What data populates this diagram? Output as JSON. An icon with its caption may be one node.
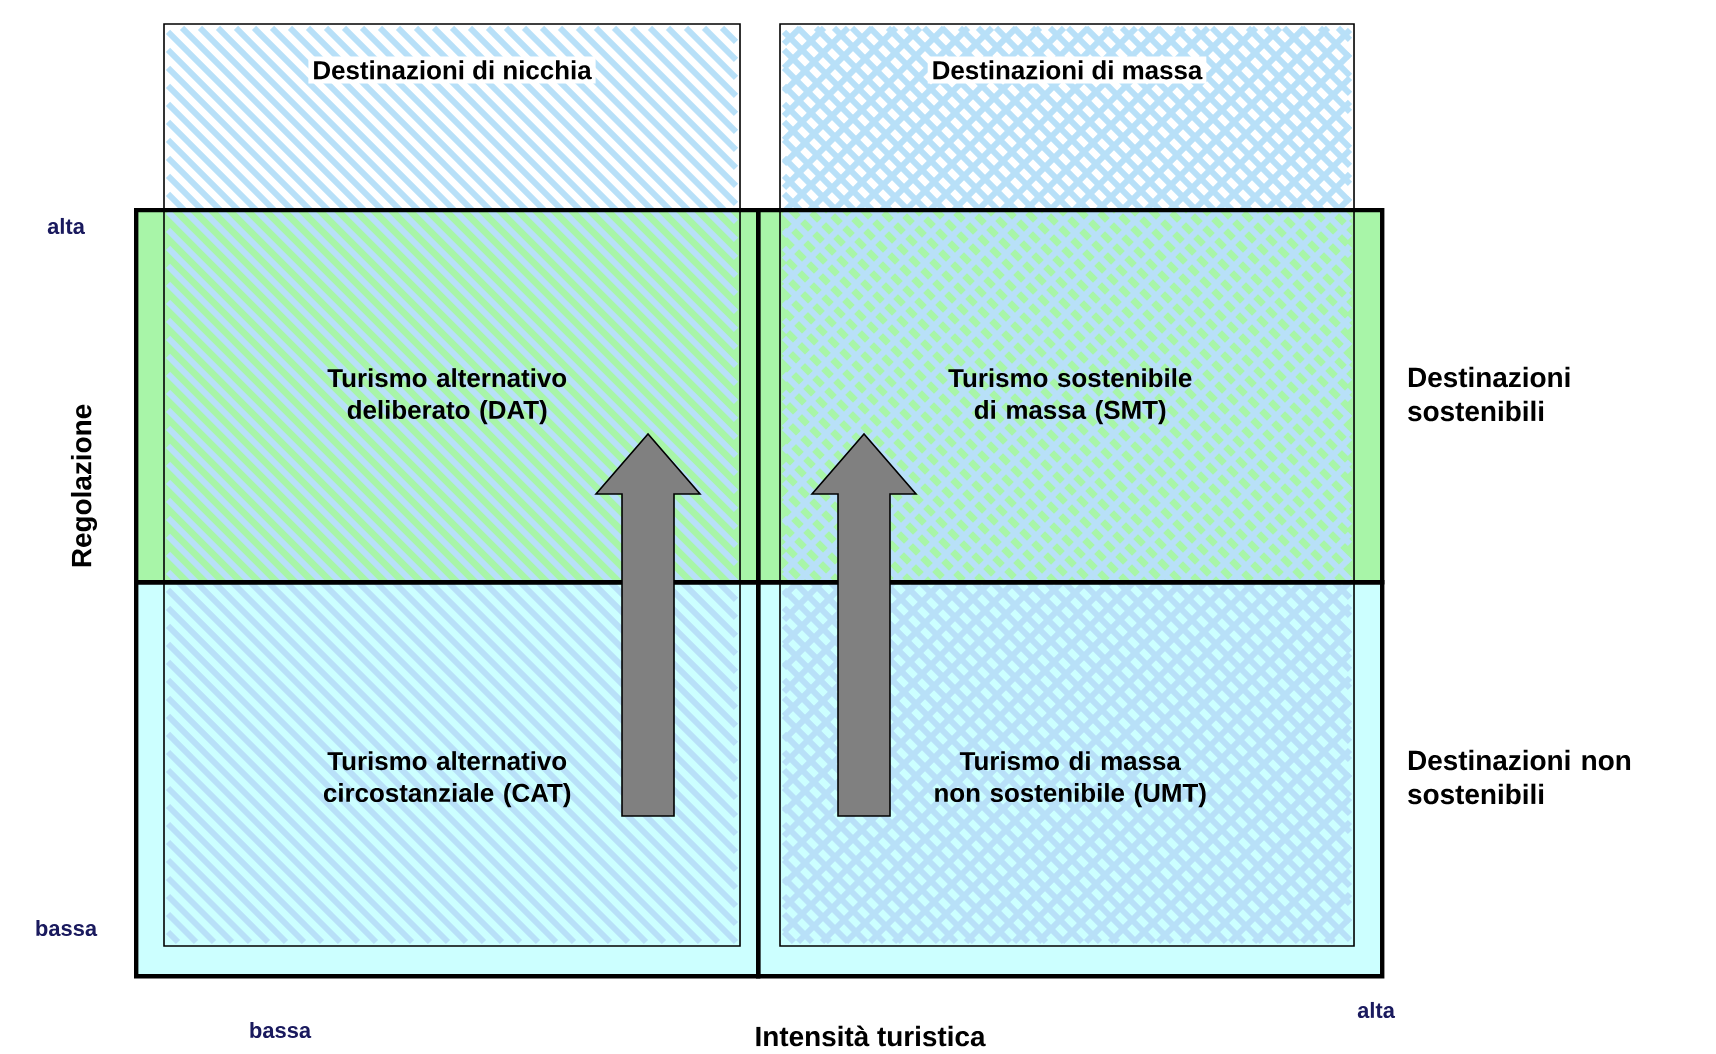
{
  "diagram": {
    "nodes": [
      {
        "text": [
          "Destinazioni sostenibili"
        ]
      },
      {
        "text": [
          "Destinazioni non sostenibili"
        ]
      },
      {
        "text": [
          "Destinazioni di nicchia"
        ]
      },
      {
        "text": [
          "Destinazioni di massa"
        ]
      },
      {
        "text": [
          "Turismo alternativo deliberato (DAT)"
        ],
        "in": 0
      },
      {
        "text": [
          "Turismo sostenibile di massa (SMT)"
        ],
        "in": 0
      },
      {
        "text": [
          "Turismo alternativo circostanziale (CAT)"
        ],
        "in": 1
      },
      {
        "text": [
          "Turismo di massa non sostenibile (UMT)"
        ],
        "in": 1
      }
    ],
    "edges": [
      {
        "from": 6,
        "to": 4,
        "arrow": "to"
      },
      {
        "from": 7,
        "to": 5,
        "arrow": "to"
      }
    ],
    "labels": [
      "alta",
      "Regolazione",
      "bassa",
      "bassa",
      "Intensità turistica",
      "alta"
    ]
  }
}
